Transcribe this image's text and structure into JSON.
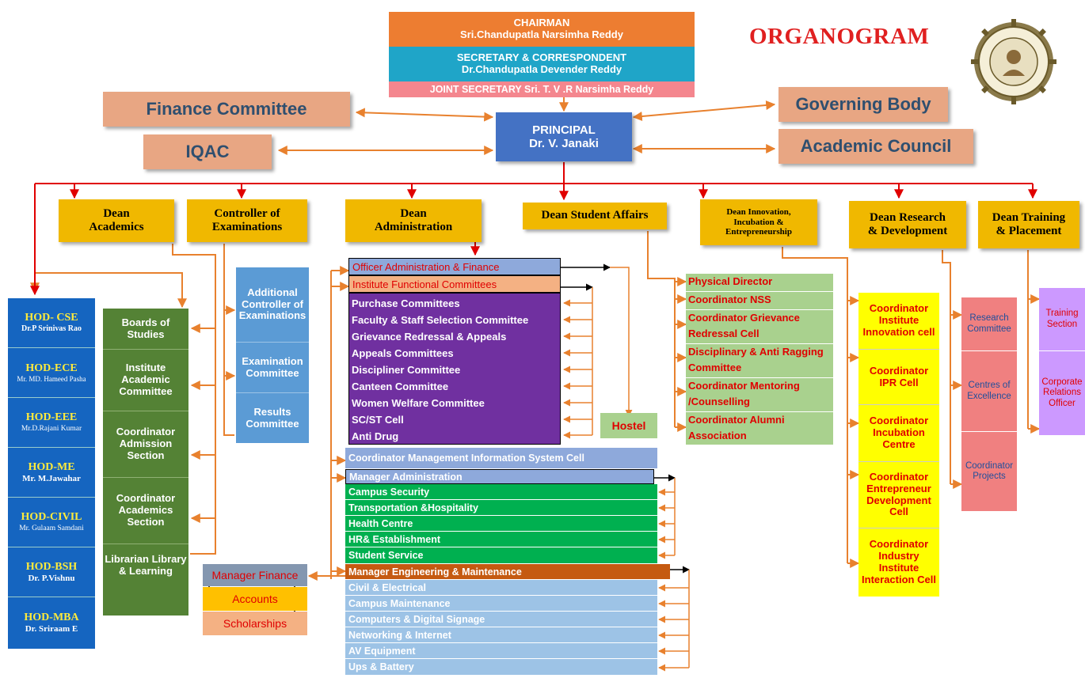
{
  "header": {
    "chairman_title": "CHAIRMAN",
    "chairman_name": "Sri.Chandupatla Narsimha Reddy",
    "secretary_title": "SECRETARY & CORRESPONDENT",
    "secretary_name": "Dr.Chandupatla Devender Reddy",
    "joint_secretary": "JOINT SECRETARY Sri. T. V .R Narsimha Reddy"
  },
  "title": "ORGANOGRAM",
  "top_boxes": {
    "finance_committee": "Finance Committee",
    "iqac": "IQAC",
    "governing_body": "Governing Body",
    "academic_council": "Academic Council",
    "principal_title": "PRINCIPAL",
    "principal_name": "Dr. V. Janaki"
  },
  "deans": [
    "Dean Academics",
    "Controller of Examinations",
    "Dean Administration",
    "Dean Student Affairs",
    "Dean Innovation, Incubation & Entrepreneurship",
    "Dean Research & Development",
    "Dean Training & Placement"
  ],
  "hods": [
    {
      "title": "HOD- CSE",
      "name": "Dr.P Srinivas Rao"
    },
    {
      "title": "HOD-ECE",
      "name": "Mr. MD. Hameed Pasha"
    },
    {
      "title": "HOD-EEE",
      "name": "Mr.D.Rajani Kumar"
    },
    {
      "title": "HOD-ME",
      "name": "Mr. M.Jawahar"
    },
    {
      "title": "HOD-CIVIL",
      "name": "Mr. Gulaam Samdani"
    },
    {
      "title": "HOD-BSH",
      "name": "Dr. P.Vishnu"
    },
    {
      "title": "HOD-MBA",
      "name": "Dr. Sriraam E"
    }
  ],
  "academics": [
    "Boards of Studies",
    "Institute Academic Committee",
    "Coordinator Admission Section",
    "Coordinator Academics Section",
    "Librarian Library & Learning"
  ],
  "exams": [
    "Additional Controller of Examinations",
    "Examination Committee",
    "Results Committee"
  ],
  "admin": {
    "officer_admin": "Officer Administration & Finance",
    "functional_committees": "Institute Functional Committees",
    "committees": [
      "Purchase Committees",
      "Faculty & Staff Selection Committee",
      "Grievance Redressal & Appeals",
      "Appeals Committees",
      "Discipliner Committee",
      "Canteen Committee",
      "Women Welfare Committee",
      "SC/ST Cell",
      "Anti Drug"
    ],
    "hostel": "Hostel",
    "mis_cell": "Coordinator Management Information System Cell",
    "manager_admin": "Manager Administration",
    "admin_items": [
      "Campus Security",
      "Transportation &Hospitality",
      "Health Centre",
      "HR& Establishment",
      "Student Service"
    ],
    "manager_engineering": "Manager Engineering & Maintenance",
    "engineering_items": [
      "Civil & Electrical",
      "Campus Maintenance",
      "Computers & Digital Signage",
      "Networking & Internet",
      "AV Equipment",
      "Ups & Battery"
    ],
    "manager_finance": "Manager Finance",
    "accounts": "Accounts",
    "scholarships": "Scholarships"
  },
  "student_affairs": [
    "Physical Director",
    "Coordinator NSS",
    "Coordinator Grievance Redressal Cell",
    "Disciplinary & Anti Ragging Committee",
    "Coordinator Mentoring /Counselling",
    "Coordinator Alumni Association"
  ],
  "innovation": [
    "Coordinator Institute Innovation cell",
    "Coordinator IPR Cell",
    "Coordinator Incubation Centre",
    "Coordinator Entrepreneur Development Cell",
    "Coordinator Industry Institute Interaction Cell"
  ],
  "research": [
    "Research Committee",
    "Centres of Excellence",
    "Coordinator Projects"
  ],
  "training": [
    "Training Section",
    "Corporate Relations Officer"
  ],
  "colors": {
    "orange": "#ED7D31",
    "teal": "#1FA5C8",
    "pink": "#F4868E",
    "tan": "#E8A683",
    "blue": "#4472C4",
    "gold": "#F0B800",
    "navy": "#1565C0",
    "olive": "#548235",
    "lightblue": "#5B9BD5",
    "purple": "#7030A0",
    "green": "#00B050",
    "paleblue": "#9DC3E6",
    "lightgreen": "#A9D18E",
    "yellow": "#FFFF00",
    "rose": "#F08080",
    "violet": "#CC99FF",
    "line_red": "#E00000",
    "line_orange": "#E8812E"
  }
}
